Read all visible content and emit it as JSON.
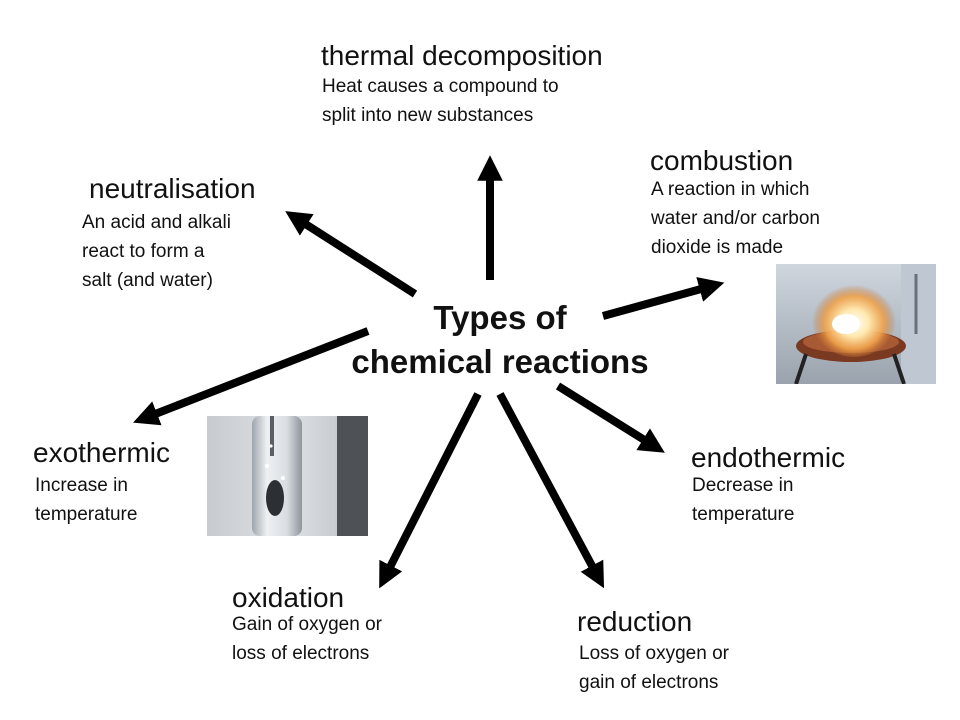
{
  "center": {
    "line1": "Types of",
    "line2": "chemical reactions"
  },
  "reactions": {
    "thermal": {
      "title": "thermal decomposition",
      "d1": "Heat causes a compound to",
      "d2": "split into new substances"
    },
    "combustion": {
      "title": "combustion",
      "d1": "A reaction in which",
      "d2": "water and/or carbon",
      "d3": "dioxide is made"
    },
    "neutralisation": {
      "title": "neutralisation",
      "d1": "An acid and alkali",
      "d2": "react to form a",
      "d3": "salt (and water)"
    },
    "exothermic": {
      "title": "exothermic",
      "d1": "Increase in",
      "d2": "temperature"
    },
    "endothermic": {
      "title": "endothermic",
      "d1": "Decrease in",
      "d2": "temperature"
    },
    "oxidation": {
      "title": "oxidation",
      "d1": "Gain of oxygen or",
      "d2": "loss of electrons"
    },
    "reduction": {
      "title": "reduction",
      "d1": "Loss of oxygen or",
      "d2": "gain of electrons"
    }
  },
  "colors": {
    "arrow": "#000000",
    "text": "#111111",
    "background": "#ffffff"
  },
  "images": {
    "combustion_photo": "burning-metal-on-tripod-photo",
    "exothermic_photo": "test-tube-reaction-photo"
  }
}
